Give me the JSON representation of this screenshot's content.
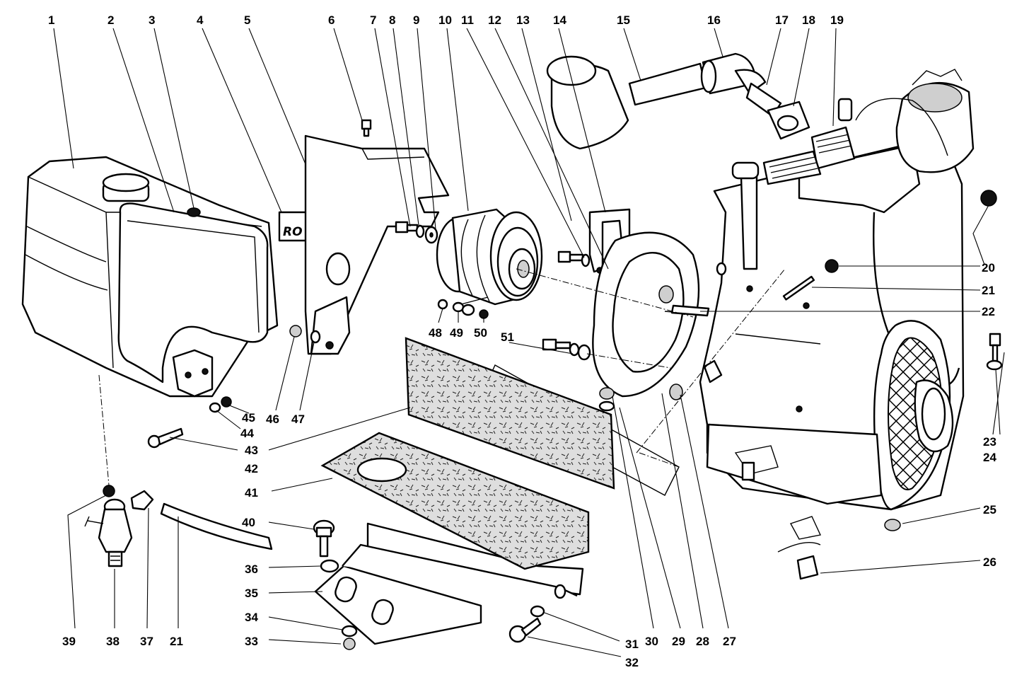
{
  "diagram": {
    "type": "exploded-parts-view",
    "callouts": {
      "c1": "1",
      "c2": "2",
      "c3": "3",
      "c4": "4",
      "c5": "5",
      "c6": "6",
      "c7": "7",
      "c8": "8",
      "c9": "9",
      "c10": "10",
      "c11": "11",
      "c12": "12",
      "c13": "13",
      "c14": "14",
      "c15": "15",
      "c16": "16",
      "c17": "17",
      "c18": "18",
      "c19": "19",
      "c20": "20",
      "c21a": "21",
      "c21b": "21",
      "c22": "22",
      "c23": "23",
      "c24": "24",
      "c25": "25",
      "c26": "26",
      "c27": "27",
      "c28": "28",
      "c29": "29",
      "c30": "30",
      "c31": "31",
      "c32": "32",
      "c33": "33",
      "c34": "34",
      "c35": "35",
      "c36": "36",
      "c37": "37",
      "c38": "38",
      "c39": "39",
      "c40": "40",
      "c41": "41",
      "c42": "42",
      "c43": "43",
      "c44": "44",
      "c45": "45",
      "c46": "46",
      "c47": "47",
      "c48": "48",
      "c49": "49",
      "c50": "50",
      "c51": "51"
    },
    "decal_text": "RO"
  }
}
